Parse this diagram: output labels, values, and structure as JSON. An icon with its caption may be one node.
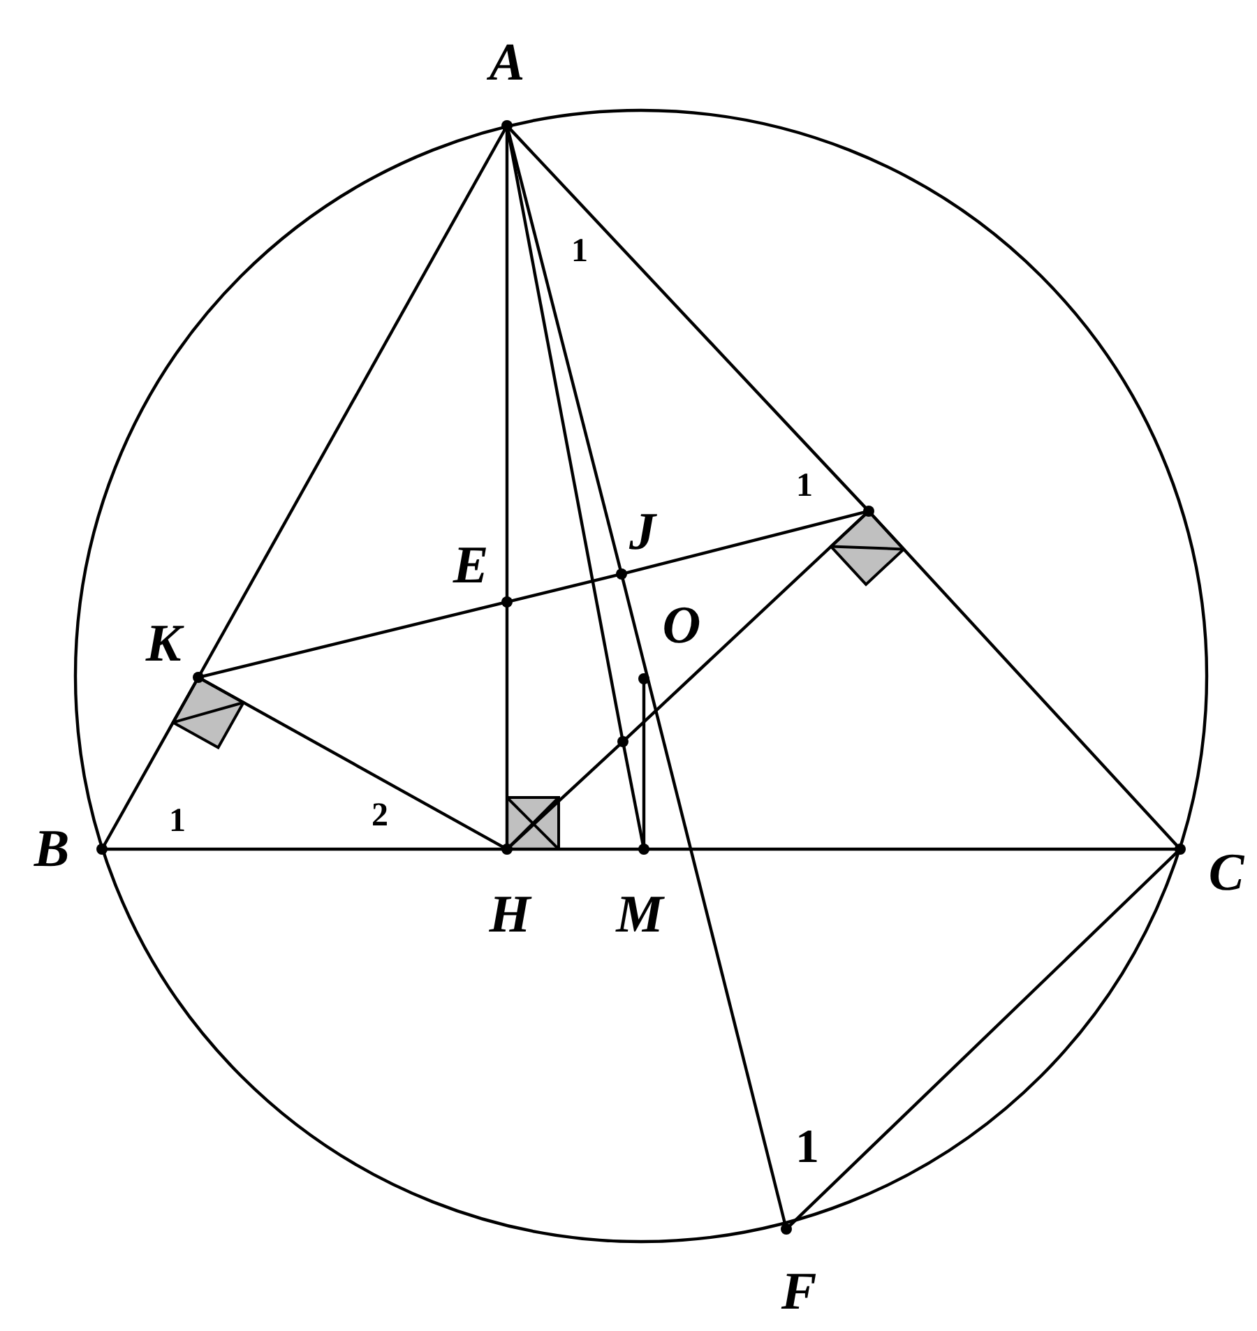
{
  "diagram": {
    "nodes": [
      {
        "text": [
          "A"
        ]
      },
      {
        "text": [
          "B"
        ]
      },
      {
        "text": [
          "C"
        ]
      },
      {
        "text": [
          "K"
        ]
      },
      {
        "text": [
          "E"
        ]
      },
      {
        "text": [
          "J"
        ]
      },
      {
        "text": [
          "O"
        ]
      },
      {
        "text": [
          "H"
        ]
      },
      {
        "text": [
          "M"
        ]
      },
      {
        "text": [
          "F"
        ]
      },
      {
        "text": [],
        "shape": "circle"
      },
      {
        "text": [],
        "shape": "circle"
      }
    ],
    "edges": [
      {
        "from": 0,
        "to": 3,
        "arrow": "none"
      },
      {
        "from": 3,
        "to": 1,
        "arrow": "none"
      },
      {
        "from": 0,
        "to": 10,
        "arrow": "none"
      },
      {
        "from": 10,
        "to": 2,
        "arrow": "none"
      },
      {
        "from": 1,
        "to": 7,
        "arrow": "none"
      },
      {
        "from": 7,
        "to": 8,
        "arrow": "none"
      },
      {
        "from": 8,
        "to": 2,
        "arrow": "none"
      },
      {
        "from": 0,
        "to": 4,
        "arrow": "none"
      },
      {
        "from": 4,
        "to": 7,
        "arrow": "none"
      },
      {
        "from": 3,
        "to": 4,
        "arrow": "none"
      },
      {
        "from": 4,
        "to": 5,
        "arrow": "none"
      },
      {
        "from": 5,
        "to": 10,
        "arrow": "none"
      },
      {
        "from": 3,
        "to": 7,
        "arrow": "none"
      },
      {
        "from": 7,
        "to": 11,
        "arrow": "none"
      },
      {
        "from": 11,
        "to": 10,
        "arrow": "none"
      },
      {
        "from": 0,
        "to": 5,
        "arrow": "none"
      },
      {
        "from": 5,
        "to": 9,
        "arrow": "none"
      },
      {
        "from": 0,
        "to": 11,
        "arrow": "none"
      },
      {
        "from": 11,
        "to": 8,
        "arrow": "none"
      },
      {
        "from": 6,
        "to": 8,
        "arrow": "none"
      },
      {
        "from": 2,
        "to": 9,
        "arrow": "none"
      }
    ],
    "labels": [
      "1",
      "1",
      "1",
      "2",
      "1"
    ]
  }
}
